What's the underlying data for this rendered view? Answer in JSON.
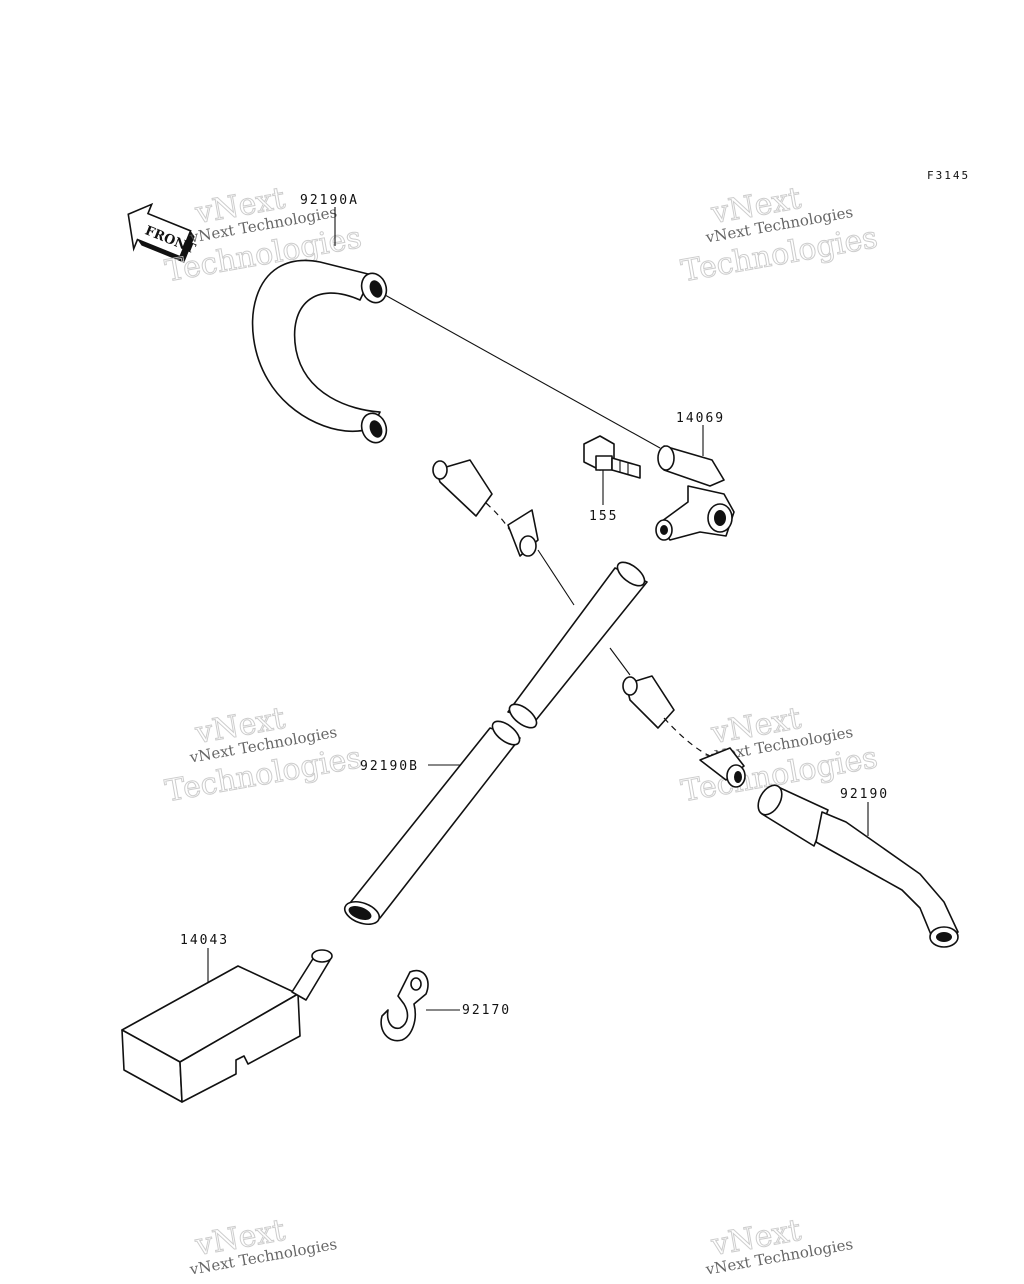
{
  "diagram": {
    "code": "F3145",
    "front_label": "FRONT",
    "parts": [
      {
        "id": "p1",
        "number": "92190A"
      },
      {
        "id": "p2",
        "number": "14069"
      },
      {
        "id": "p3",
        "number": "155"
      },
      {
        "id": "p4",
        "number": "92190B"
      },
      {
        "id": "p5",
        "number": "92190"
      },
      {
        "id": "p6",
        "number": "14043"
      },
      {
        "id": "p7",
        "number": "92170"
      }
    ]
  },
  "watermark": {
    "brand": "vNext",
    "line1": "vNext Technologies",
    "line2": "Technologies"
  }
}
